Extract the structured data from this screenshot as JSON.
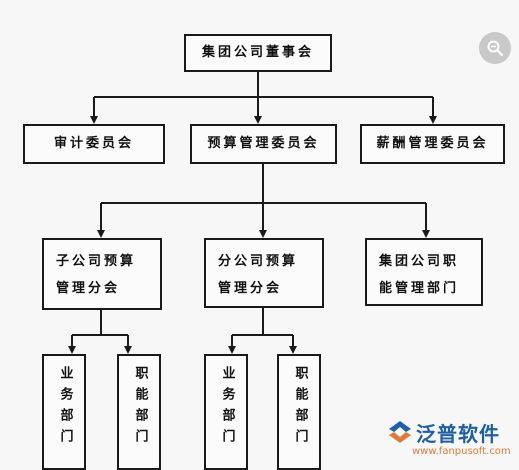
{
  "diagram": {
    "board": "集团公司董事会",
    "committees": [
      "审计委员会",
      "预算管理委员会",
      "薪酬管理委员会"
    ],
    "sub_units": [
      "子公司预算管理分会",
      "分公司预算管理分会",
      "集团公司职能管理部门"
    ],
    "departments": [
      "业务部门",
      "职能部门",
      "业务部门",
      "职能部门"
    ]
  },
  "watermark": {
    "brand": "泛普软件",
    "url": "www.fanpusoft.com",
    "colors": {
      "brand": "#1f5fa8",
      "url": "#e07a3a"
    }
  },
  "icons": {
    "zoom": "zoom-search-icon",
    "logo": "fanpu-logo-icon"
  }
}
